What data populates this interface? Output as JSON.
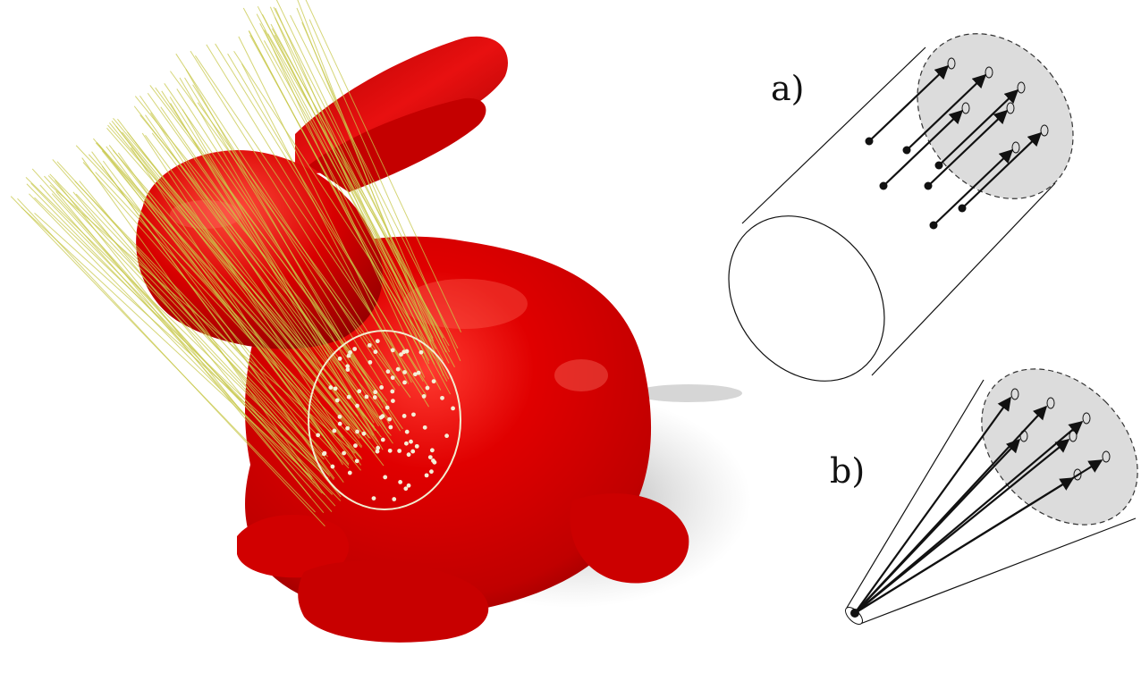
{
  "figure": {
    "panel_a_label": "a)",
    "panel_b_label": "b)"
  },
  "colors": {
    "bunny_red": "#d40000",
    "bunny_highlight": "#ff5a5a",
    "bunny_shadow": "#7a0000",
    "ray_yellow": "#c8c84a",
    "patch_fill": "#dcdcdc",
    "outline": "#111111",
    "sample_dot": "#f4f0d8"
  },
  "icons": [
    "bunny-model",
    "ray-bundle",
    "cylinder-diagram",
    "cone-diagram",
    "arrow-icon"
  ]
}
